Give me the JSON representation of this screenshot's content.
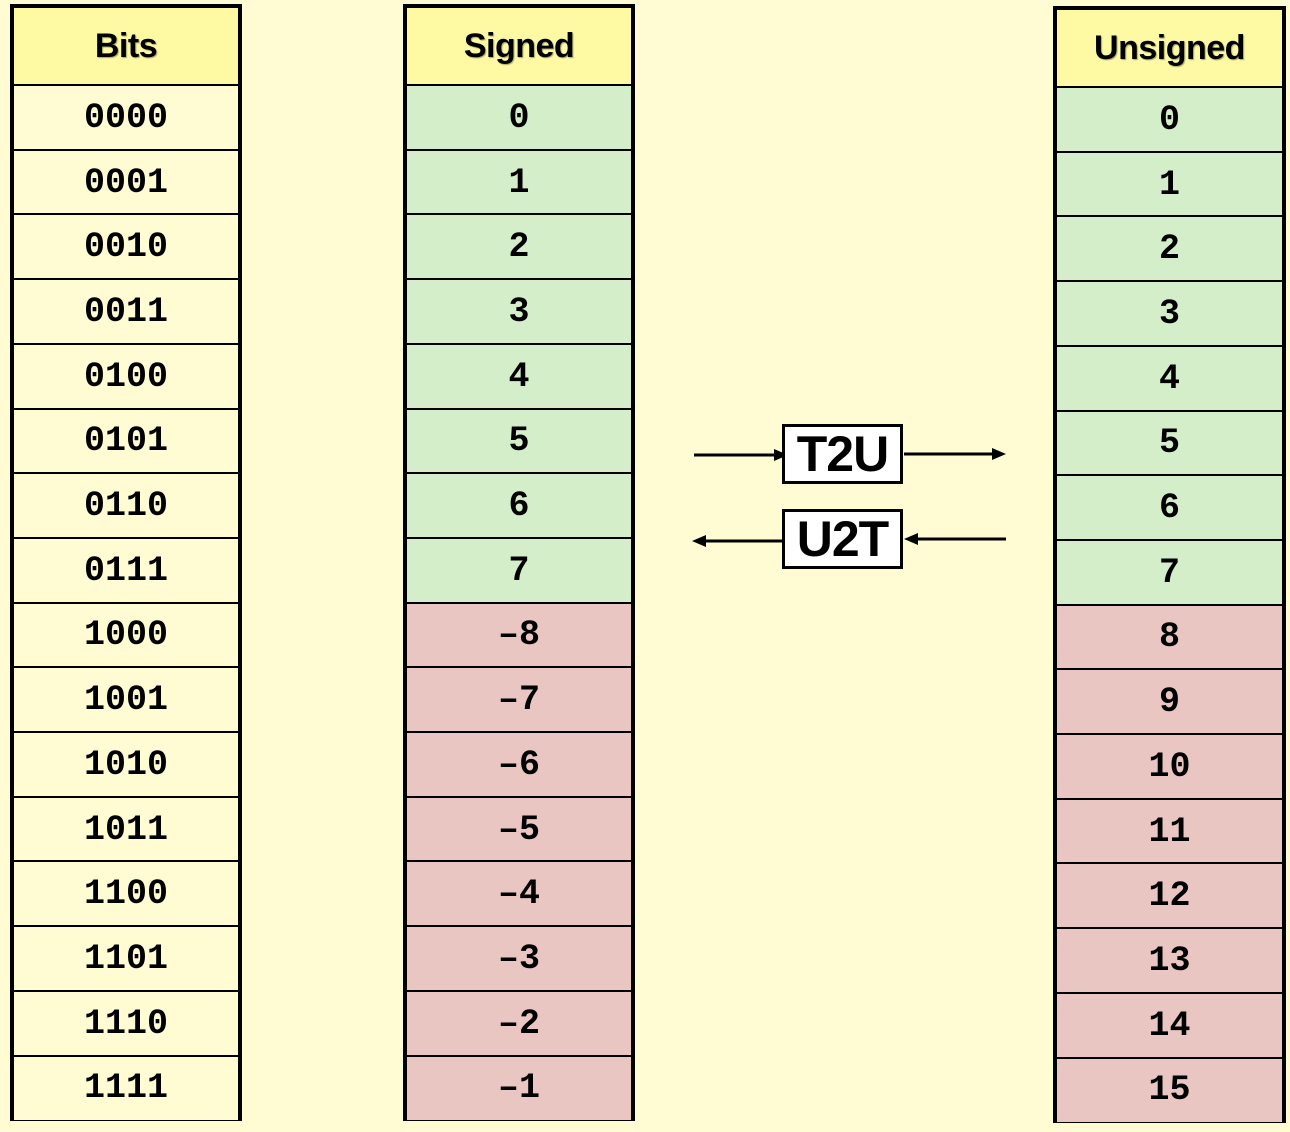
{
  "columns": {
    "bits": {
      "header": "Bits",
      "values": [
        "0000",
        "0001",
        "0010",
        "0011",
        "0100",
        "0101",
        "0110",
        "0111",
        "1000",
        "1001",
        "1010",
        "1011",
        "1100",
        "1101",
        "1110",
        "1111"
      ]
    },
    "signed": {
      "header": "Signed",
      "values": [
        "0",
        "1",
        "2",
        "3",
        "4",
        "5",
        "6",
        "7",
        "–8",
        "–7",
        "–6",
        "–5",
        "–4",
        "–3",
        "–2",
        "–1"
      ]
    },
    "unsigned": {
      "header": "Unsigned",
      "values": [
        "0",
        "1",
        "2",
        "3",
        "4",
        "5",
        "6",
        "7",
        "8",
        "9",
        "10",
        "11",
        "12",
        "13",
        "14",
        "15"
      ]
    }
  },
  "conversions": {
    "t2u_label": "T2U",
    "u2t_label": "U2T"
  },
  "colors": {
    "background": "#fffbd2",
    "header": "#fdfaa3",
    "nonnegative": "#d5eeca",
    "negative_or_high": "#eac6c3"
  }
}
